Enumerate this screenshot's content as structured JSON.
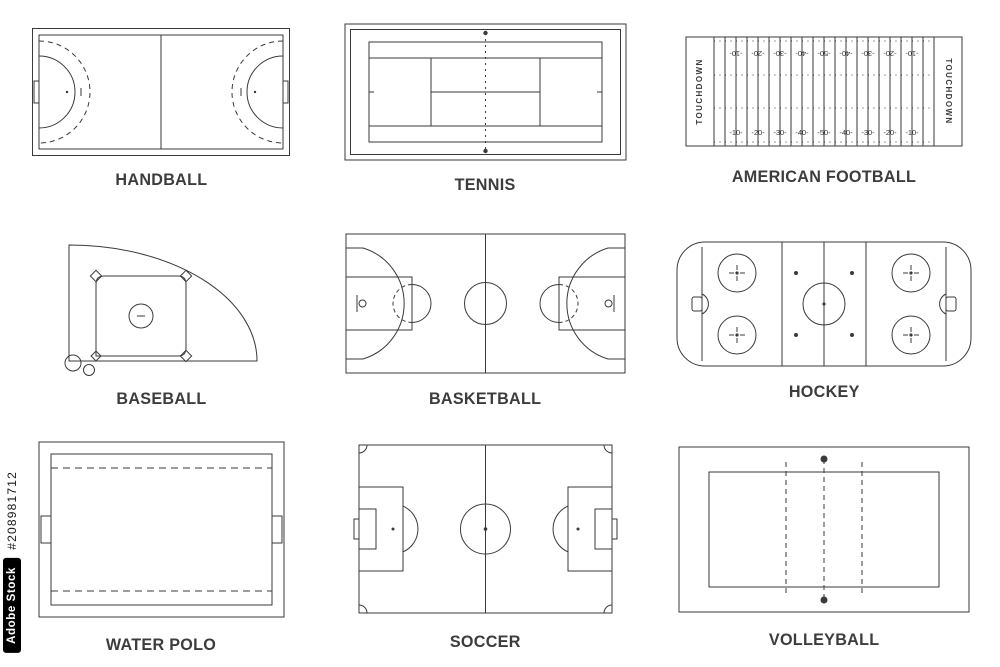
{
  "watermark": {
    "brand": "Adobe Stock",
    "id": "#208981712"
  },
  "fields": {
    "handball": {
      "label": "HANDBALL"
    },
    "tennis": {
      "label": "TENNIS"
    },
    "american_football": {
      "label": "AMERICAN FOOTBALL",
      "endzone_text": "TOUCHDOWN",
      "yard_numbers": [
        "-10-",
        "-20-",
        "-30-",
        "-40-",
        "-50-",
        "-40-",
        "-30-",
        "-20-",
        "-10-"
      ]
    },
    "baseball": {
      "label": "BASEBALL"
    },
    "basketball": {
      "label": "BASKETBALL"
    },
    "hockey": {
      "label": "HOCKEY"
    },
    "water_polo": {
      "label": "WATER POLO"
    },
    "soccer": {
      "label": "SOCCER"
    },
    "volleyball": {
      "label": "VOLLEYBALL"
    }
  }
}
